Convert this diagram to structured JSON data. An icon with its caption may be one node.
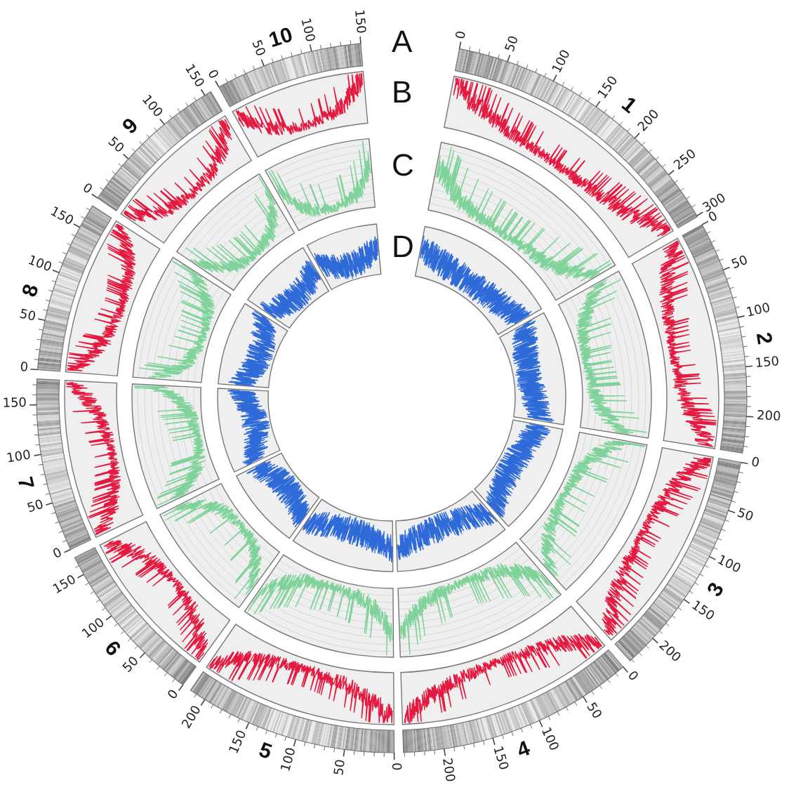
{
  "diagram": {
    "labels": [
      "A",
      "B",
      "C",
      "D",
      "1",
      "0",
      "50",
      "100",
      "150",
      "200",
      "250",
      "300",
      "2",
      "0",
      "50",
      "100",
      "150",
      "200",
      "3",
      "0",
      "50",
      "100",
      "150",
      "200",
      "4",
      "0",
      "50",
      "100",
      "150",
      "200",
      "5",
      "0",
      "50",
      "100",
      "150",
      "200",
      "6",
      "0",
      "50",
      "100",
      "150",
      "7",
      "0",
      "50",
      "100",
      "150",
      "8",
      "0",
      "50",
      "100",
      "150",
      "9",
      "0",
      "50",
      "100",
      "150",
      "10",
      "0",
      "50",
      "100",
      "150"
    ]
  }
}
